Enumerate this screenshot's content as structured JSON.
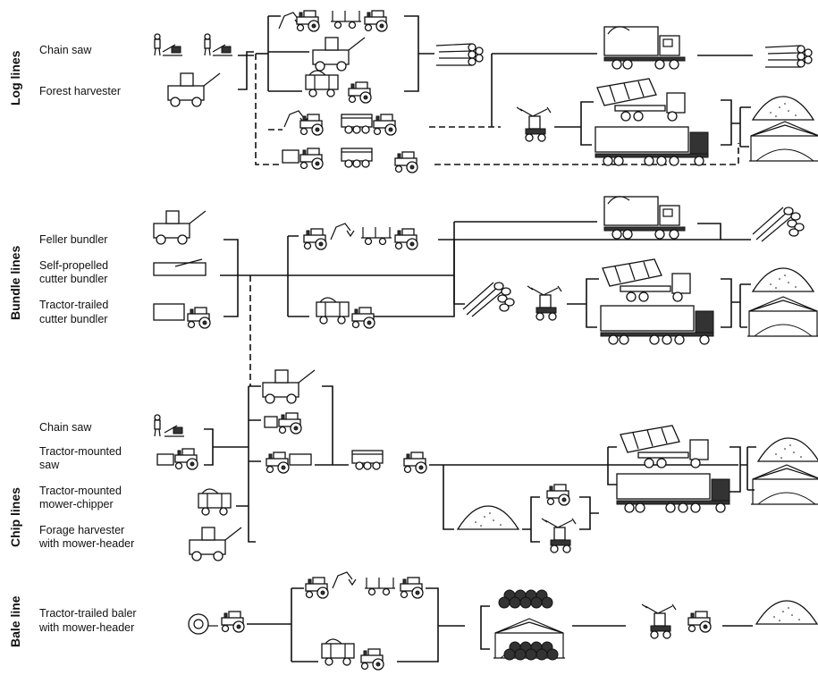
{
  "sections": {
    "log": "Log lines",
    "bundle": "Bundle lines",
    "chip": "Chip lines",
    "bale": "Bale line"
  },
  "labels": {
    "log_chain_saw": "Chain saw",
    "log_forest_harvester": "Forest harvester",
    "feller_bundler": "Feller bundler",
    "self_propelled_1": "Self-propelled",
    "self_propelled_2": "cutter bundler",
    "tractor_trailed_1": "Tractor-trailed",
    "tractor_trailed_2": "cutter bundler",
    "chip_chain_saw": "Chain saw",
    "tractor_mounted_saw_1": "Tractor-mounted",
    "tractor_mounted_saw_2": "saw",
    "mower_chipper_1": "Tractor-mounted",
    "mower_chipper_2": "mower-chipper",
    "forage_harvester_1": "Forage harvester",
    "forage_harvester_2": "with mower-header",
    "baler_1": "Tractor-trailed baler",
    "baler_2": "with mower-header"
  },
  "icons": [
    "worker-icon",
    "chainsaw-icon",
    "forest-harvester-icon",
    "forwarder-icon",
    "tractor-icon",
    "trailer-icon",
    "log-pile-icon",
    "timber-truck-icon",
    "loader-icon",
    "container-truck-icon",
    "semi-trailer-truck-icon",
    "chip-pile-icon",
    "storage-shed-icon",
    "bundle-pile-icon",
    "feller-bundler-icon",
    "cutter-bundler-icon",
    "forage-harvester-icon",
    "mower-chipper-icon",
    "baler-icon",
    "bale-stack-icon",
    "bale-grab-icon"
  ]
}
